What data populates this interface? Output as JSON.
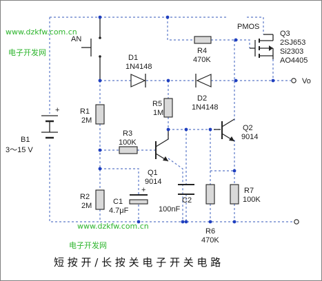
{
  "watermark": {
    "url": "www.dzkfw.com.cn",
    "name": "电子开发网"
  },
  "caption": "短 按 开 / 长 按 关 电 子 开 关 电 路",
  "components": {
    "an": "AN",
    "b1": {
      "ref": "B1",
      "value": "3～15 V",
      "plus": "+"
    },
    "r1": {
      "ref": "R1",
      "value": "2M"
    },
    "r2": {
      "ref": "R2",
      "value": "2M"
    },
    "r3": {
      "ref": "R3",
      "value": "100K"
    },
    "r4": {
      "ref": "R4",
      "value": "470K"
    },
    "r5": {
      "ref": "R5",
      "value": "1M"
    },
    "r6": {
      "ref": "R6",
      "value": "470K"
    },
    "r7": {
      "ref": "R7",
      "value": "100K"
    },
    "c1": {
      "ref": "C1",
      "value": "4.7μF",
      "plus": "+"
    },
    "c2": {
      "ref": "C2",
      "value": "100nF"
    },
    "d1": {
      "ref": "D1",
      "value": "1N4148"
    },
    "d2": {
      "ref": "D2",
      "value": "1N4148"
    },
    "q1": {
      "ref": "Q1",
      "value": "9014"
    },
    "q2": {
      "ref": "Q2",
      "value": "9014"
    },
    "q3": {
      "ref": "Q3",
      "type": "PMOS",
      "parts": [
        "2SJ653",
        "Si2303",
        "AO4405"
      ]
    }
  },
  "output": "Vo"
}
